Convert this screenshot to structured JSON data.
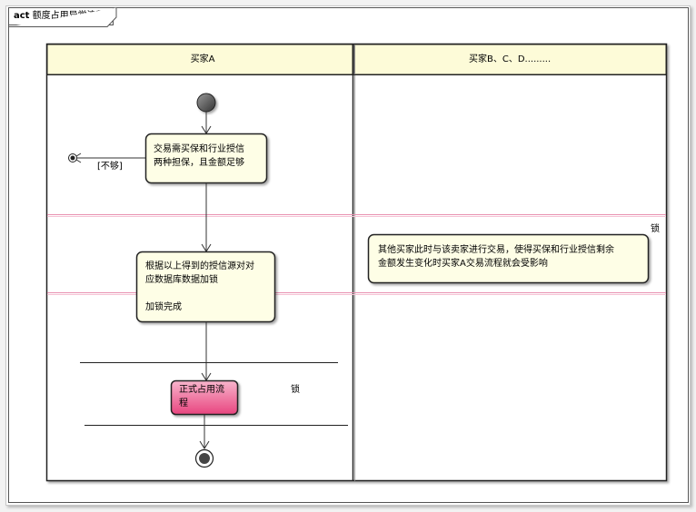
{
  "frame": {
    "keyword": "act",
    "title": "额度占用异常流程"
  },
  "swimlanes": [
    {
      "name": "买家A"
    },
    {
      "name": "买家B、C、D........."
    }
  ],
  "nodes": {
    "decision_action": "交易需买保和行业授信\n两种担保，且金额足够",
    "guard": "[不够]",
    "lock_action": "根据以上得到的授信源对对\n应数据库数据加锁\n\n加锁完成",
    "formal_action": "正式占用流\n程",
    "other_action": "其他买家此时与该卖家进行交易，使得买保和行业授信剩余\n金额发生变化时买家A交易流程就会受影响",
    "lock_label_1": "锁",
    "lock_label_2": "锁"
  },
  "colors": {
    "lane_header": "#fdfbd8",
    "action_fill": "#fefee6",
    "formal_fill_top": "#f06494",
    "formal_fill_bottom": "#f9c7d8",
    "lock_line": "#e890b0"
  }
}
